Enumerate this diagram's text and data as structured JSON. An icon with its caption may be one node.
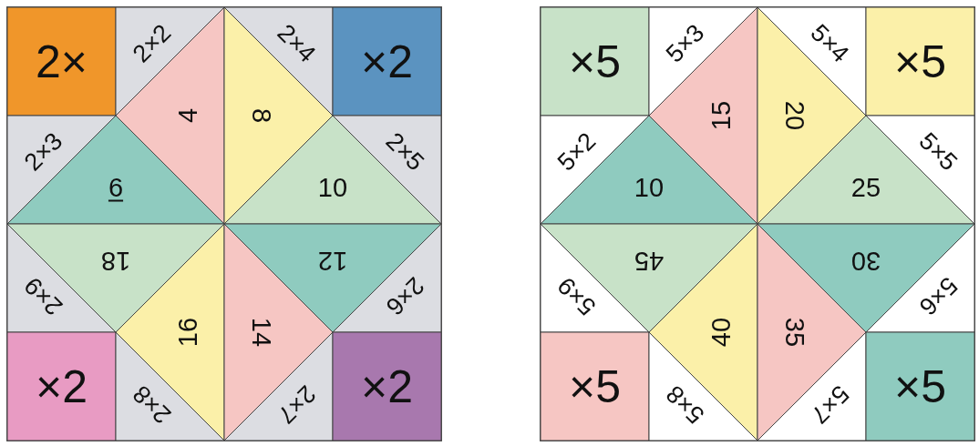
{
  "diagram": {
    "nodes": [
      {
        "text": [
          "2×"
        ]
      },
      {
        "text": [
          "2×2"
        ]
      },
      {
        "text": [
          "2×4"
        ]
      },
      {
        "text": [
          "×2"
        ]
      },
      {
        "text": [
          "2×3"
        ]
      },
      {
        "text": [
          "4"
        ]
      },
      {
        "text": [
          "8"
        ]
      },
      {
        "text": [
          "2×5"
        ]
      },
      {
        "text": [
          "6"
        ]
      },
      {
        "text": [
          "10"
        ]
      },
      {
        "text": [
          "18"
        ]
      },
      {
        "text": [
          "12"
        ]
      },
      {
        "text": [
          "2×9"
        ]
      },
      {
        "text": [
          "16"
        ]
      },
      {
        "text": [
          "14"
        ]
      },
      {
        "text": [
          "2×6"
        ]
      },
      {
        "text": [
          "×2"
        ]
      },
      {
        "text": [
          "2×8"
        ]
      },
      {
        "text": [
          "2×7"
        ]
      },
      {
        "text": [
          "×2"
        ]
      },
      {
        "text": [
          "×5"
        ]
      },
      {
        "text": [
          "5×3"
        ]
      },
      {
        "text": [
          "5×4"
        ]
      },
      {
        "text": [
          "×5"
        ]
      },
      {
        "text": [
          "5×2"
        ]
      },
      {
        "text": [
          "15"
        ]
      },
      {
        "text": [
          "20"
        ]
      },
      {
        "text": [
          "5×5"
        ]
      },
      {
        "text": [
          "10"
        ]
      },
      {
        "text": [
          "25"
        ]
      },
      {
        "text": [
          "45"
        ]
      },
      {
        "text": [
          "30"
        ]
      },
      {
        "text": [
          "5×9"
        ]
      },
      {
        "text": [
          "40"
        ]
      },
      {
        "text": [
          "35"
        ]
      },
      {
        "text": [
          "5×6"
        ]
      },
      {
        "text": [
          "×5"
        ]
      },
      {
        "text": [
          "5×8"
        ]
      },
      {
        "text": [
          "5×7"
        ]
      },
      {
        "text": [
          "×5"
        ]
      }
    ]
  }
}
